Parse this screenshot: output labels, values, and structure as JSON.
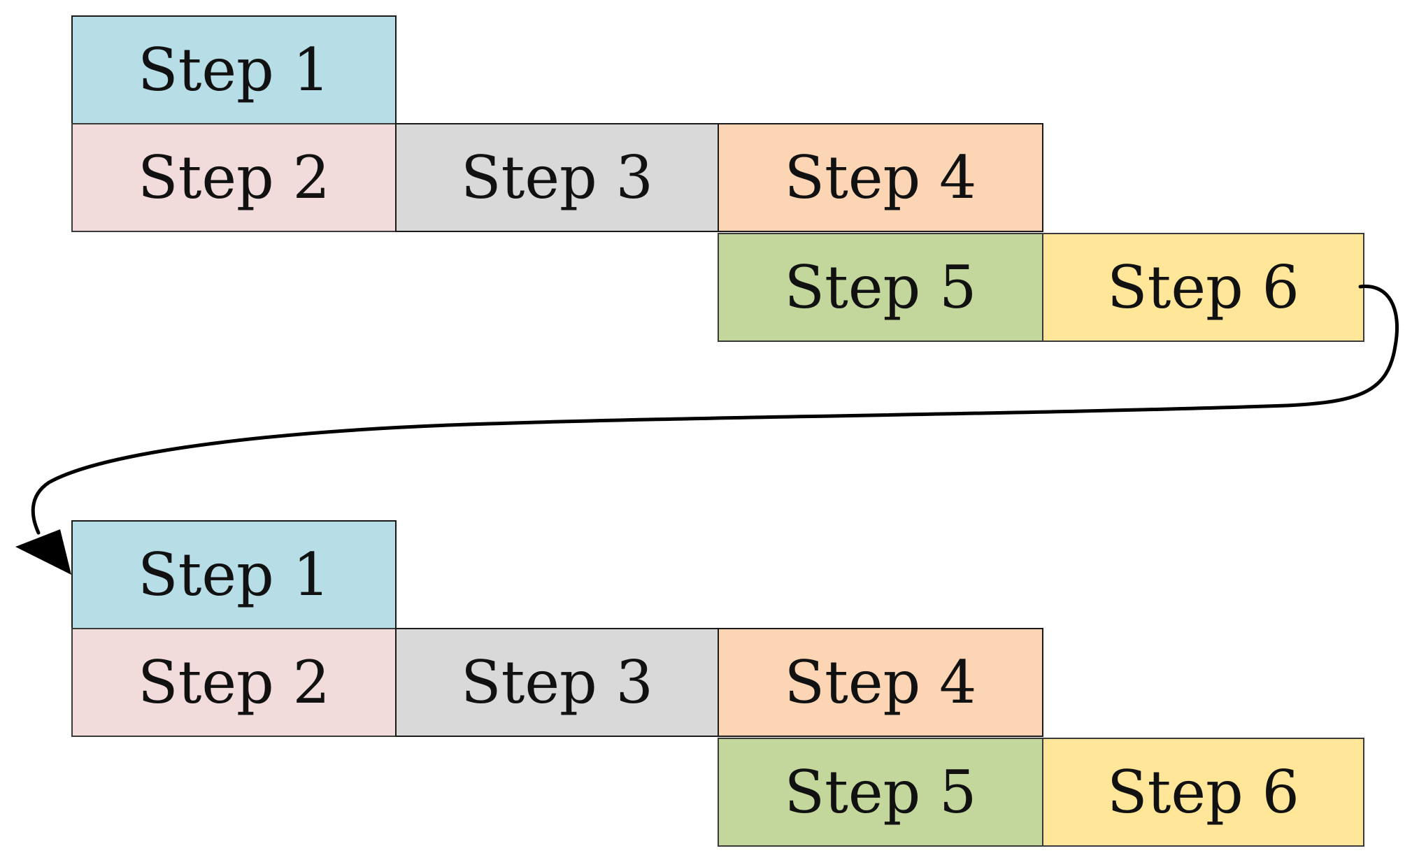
{
  "steps": {
    "s1": {
      "label": "Step 1",
      "color": "#b7dde7"
    },
    "s2": {
      "label": "Step 2",
      "color": "#f2dcdb"
    },
    "s3": {
      "label": "Step 3",
      "color": "#d9d9d9"
    },
    "s4": {
      "label": "Step 4",
      "color": "#fcd5b5"
    },
    "s5": {
      "label": "Step 5",
      "color": "#c3d69b"
    },
    "s6": {
      "label": "Step 6",
      "color": "#ffe699"
    }
  },
  "edge_color": "#000000"
}
